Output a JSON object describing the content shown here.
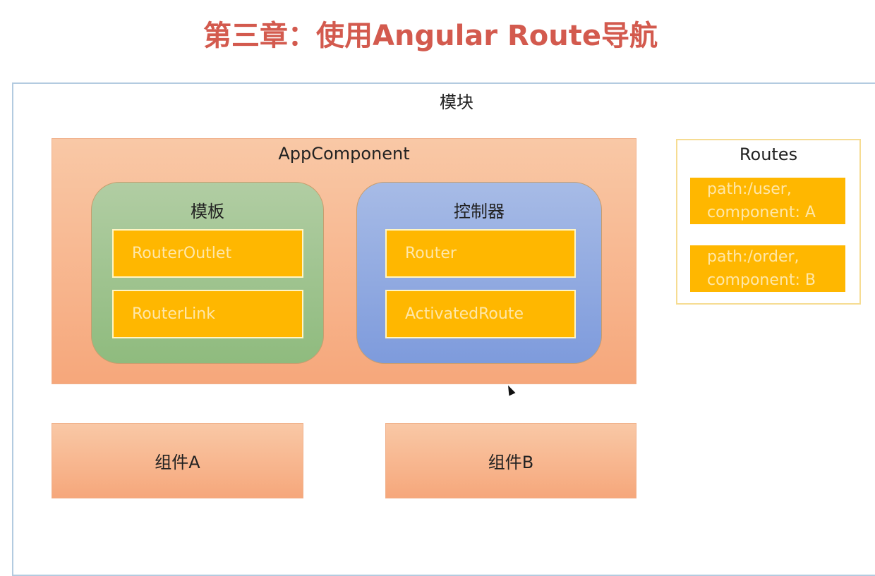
{
  "title": "第三章：使用Angular Route导航",
  "module": {
    "label": "模块"
  },
  "app_component": {
    "label": "AppComponent",
    "template": {
      "label": "模板",
      "items": [
        "RouterOutlet",
        "RouterLink"
      ]
    },
    "controller": {
      "label": "控制器",
      "items": [
        "Router",
        "ActivatedRoute"
      ]
    }
  },
  "routes": {
    "label": "Routes",
    "items": [
      {
        "line1": "path:/user,",
        "line2": "component: A"
      },
      {
        "line1": "path:/order,",
        "line2": "component: B"
      }
    ]
  },
  "components": [
    "组件A",
    "组件B"
  ],
  "colors": {
    "title": "#d35a4e",
    "accent": "#ffb700",
    "green": "#9fc48f",
    "blue": "#8fa9e0",
    "orange": "#f7b48d"
  }
}
